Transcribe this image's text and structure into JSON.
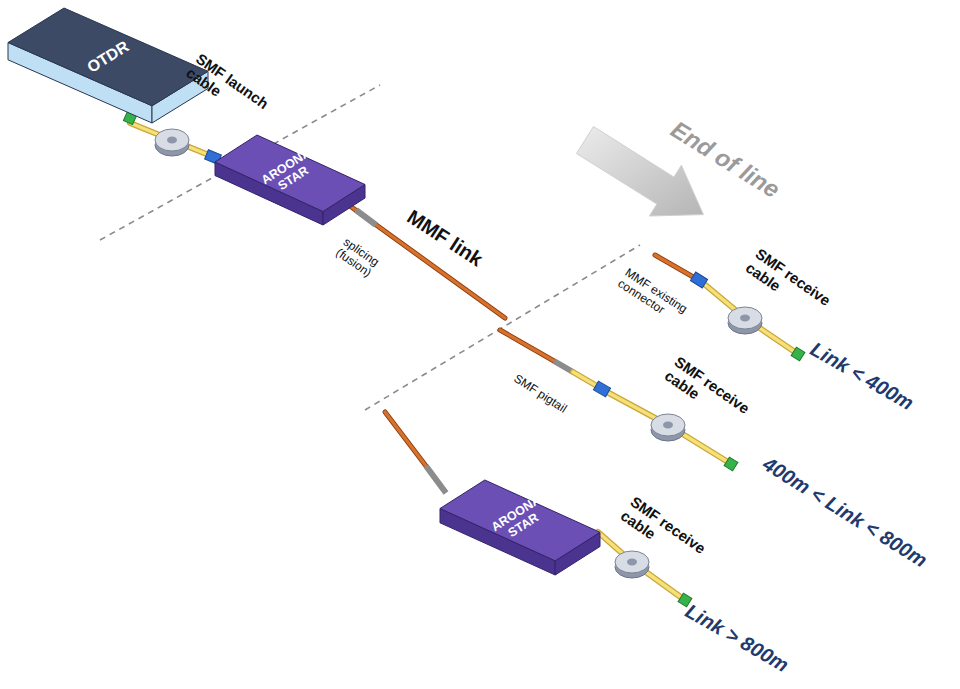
{
  "diagram": {
    "nodes": [
      {
        "text": [
          "OTDR"
        ]
      },
      {
        "text": [
          "AROONA STAR"
        ]
      },
      {
        "text": [
          "AROONA STAR"
        ]
      }
    ],
    "edges": [
      {
        "from": 0,
        "to": 1,
        "arrow": "none"
      }
    ],
    "labels": [
      "SMF launch cable",
      "splicing (fusion)",
      "MMF link",
      "End of line",
      "MMF existing connector",
      "SMF receive cable",
      "Link < 400m",
      "SMF pigtail",
      "SMF receive cable",
      "400m < Link < 800m",
      "SMF receive cable",
      "Link > 800m"
    ]
  }
}
